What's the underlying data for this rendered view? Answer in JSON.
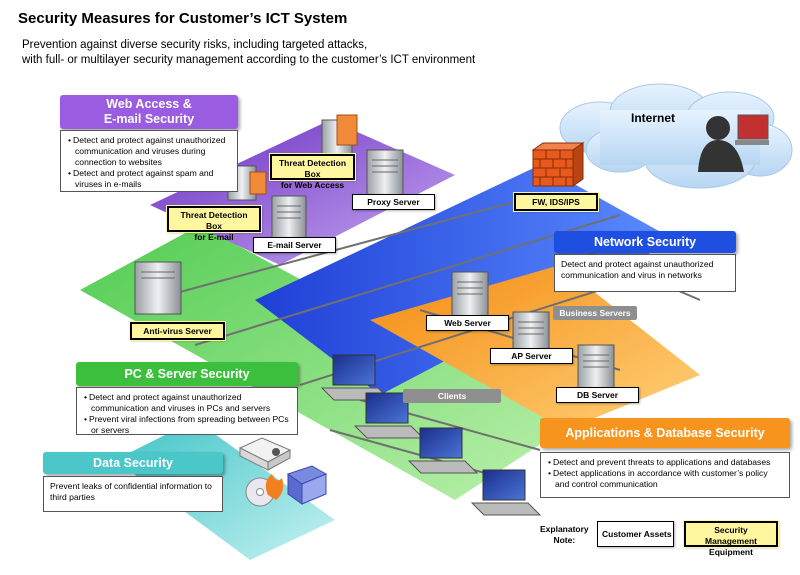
{
  "title": "Security Measures for Customer’s ICT System",
  "subtitle": [
    "Prevention against diverse security risks, including targeted attacks,",
    "with full- or multilayer security management according to the customer’s ICT environment"
  ],
  "colors": {
    "web_email": "#9a5ce0",
    "network": "#1e4fe0",
    "pc_server": "#3cbf3c",
    "applications": "#f7941d",
    "data": "#4bc6c9"
  },
  "categories": {
    "web_email": {
      "title": [
        "Web Access &",
        "E-mail Security"
      ],
      "bullets": [
        "Detect and protect against unauthorized communication and viruses during connection to websites",
        "Detect and protect against spam and viruses in e-mails"
      ]
    },
    "network": {
      "title": "Network Security",
      "text": "Detect and protect against unauthorized communication and virus in networks"
    },
    "pc_server": {
      "title": "PC & Server Security",
      "bullets": [
        "Detect and protect against unauthorized communication and viruses in PCs and servers",
        "Prevent viral infections from spreading between PCs or servers"
      ]
    },
    "applications": {
      "title": "Applications & Database Security",
      "bullets": [
        "Detect and prevent threats to applications and databases",
        "Detect applications in accordance with customer’s policy and control communication"
      ]
    },
    "data": {
      "title": "Data Security",
      "text": "Prevent leaks of confidential information to third parties"
    }
  },
  "assets": {
    "proxy_server": "Proxy Server",
    "email_server": "E-mail Server",
    "web_server": "Web Server",
    "ap_server": "AP Server",
    "db_server": "DB Server"
  },
  "equipment": {
    "threat_web": [
      "Threat Detection Box",
      "for Web Access"
    ],
    "threat_email": [
      "Threat Detection Box",
      "for E-mail"
    ],
    "firewall": "FW, IDS/IPS",
    "antivirus": "Anti-virus Server"
  },
  "groups": {
    "business_servers": "Business Servers",
    "clients": "Clients"
  },
  "internet": "Internet",
  "legend": {
    "note": [
      "Explanatory",
      "Note:"
    ],
    "assets": "Customer Assets",
    "equipment": [
      "Security Management",
      "Equipment"
    ]
  }
}
